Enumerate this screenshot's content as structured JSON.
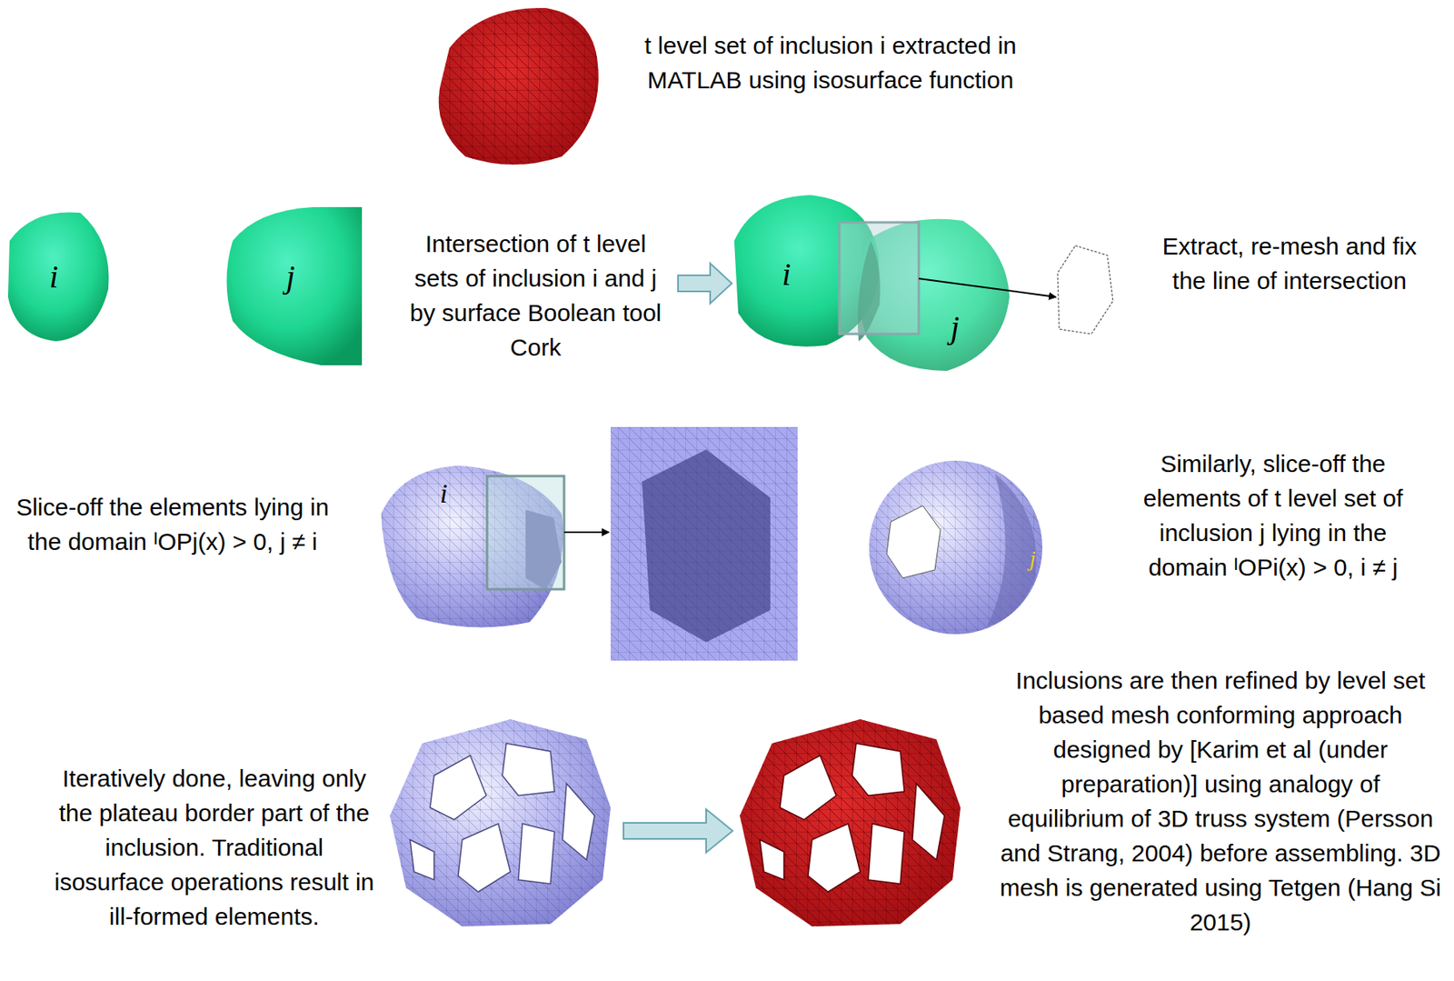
{
  "diagram": {
    "labels": [
      "t level set of inclusion i extracted in MATLAB using isosurface function",
      "i",
      "j",
      "Intersection of t level sets of inclusion i and j by surface Boolean tool Cork",
      "i",
      "j",
      "Extract, re-mesh and fix the line of intersection",
      "Slice-off the elements lying in the domain ᴵOPj(x) > 0, j ≠ i",
      "i",
      "Similarly, slice-off the elements of t level set of inclusion j lying in the domain ᴵOPi(x) > 0, i ≠ j",
      "j",
      "Iteratively done, leaving only the plateau border part of the inclusion. Traditional isosurface operations result in ill-formed elements.",
      "Inclusions are then refined by level set based mesh conforming approach designed by [Karim et al (under preparation)] using analogy of equilibrium of 3D truss system (Persson and Strang, 2004) before assembling. 3D mesh is generated using Tetgen (Hang Si 2015)"
    ]
  }
}
